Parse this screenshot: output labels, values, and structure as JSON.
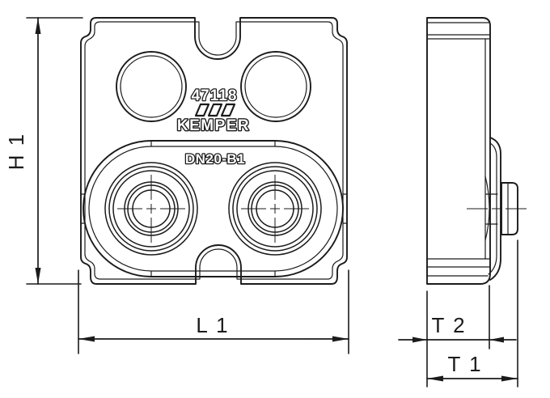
{
  "part": {
    "number": "47118",
    "brand": "KEMPER",
    "model": "DN20-B1"
  },
  "dimensions": {
    "height": "H 1",
    "length": "L 1",
    "depth_body": "T 2",
    "depth_total": "T 1"
  },
  "colors": {
    "line": "#1b1b1b",
    "background": "#ffffff",
    "label_text_fill": "#ffffff"
  },
  "icons": {
    "kemper_logo": "three-slanted-parallelogram-bars"
  }
}
